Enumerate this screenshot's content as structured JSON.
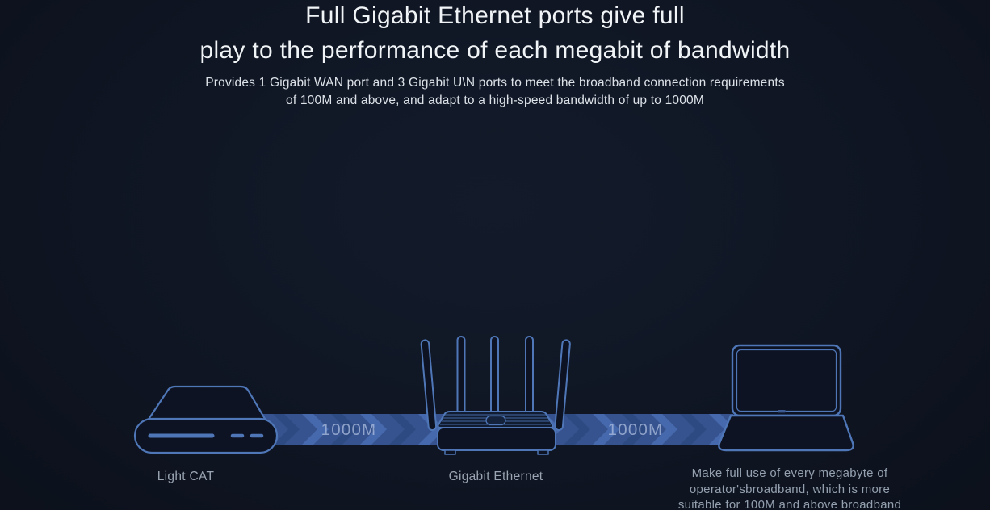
{
  "theme": {
    "background": "#0f1522",
    "outline_blue": "#4f77b8",
    "band_base": "#36538f",
    "chevron_light": "#4668ac",
    "chevron_dark": "#2e4a82",
    "heading_color": "#f1f4f6",
    "caption_color": "#9aa4b2"
  },
  "heading": {
    "line1": "Full Gigabit Ethernet ports give full",
    "line2": "play to the performance of each megabit of bandwidth"
  },
  "subtitle": {
    "line1": "Provides 1 Gigabit WAN port and 3 Gigabit U\\N ports to meet the broadband connection requirements",
    "line2": "of 100M and above, and adapt to a high-speed bandwidth of up to 1000M"
  },
  "diagram": {
    "link1_label": "1000M",
    "link2_label": "1000M",
    "modem_caption": "Light CAT",
    "router_caption": "Gigabit Ethernet",
    "laptop_caption_line1": "Make full use of every megabyte of",
    "laptop_caption_line2": "operator'sbroadband, which is more",
    "laptop_caption_line3": "suitable for 100M and above broadband"
  }
}
